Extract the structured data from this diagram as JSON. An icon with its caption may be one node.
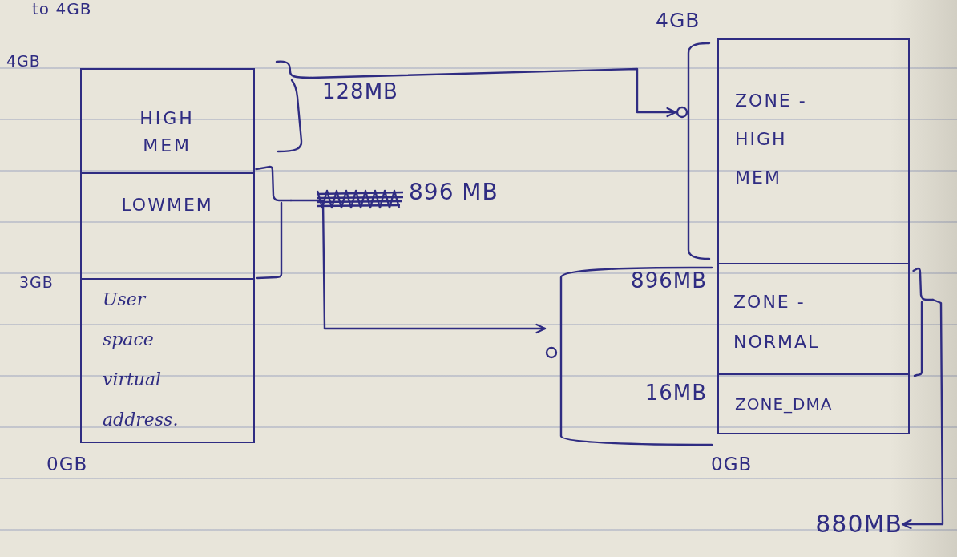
{
  "diagram": {
    "nodes": [
      {
        "text": [
          "HIGH MEM"
        ]
      },
      {
        "text": [
          "LOWMEM"
        ]
      },
      {
        "text": [
          "User space virtual address."
        ]
      },
      {
        "text": [],
        "shape": "brace"
      },
      {
        "text": [],
        "shape": "bracket"
      },
      {
        "text": [],
        "shape": "bracket"
      },
      {
        "text": [
          "896MB",
          "16MB"
        ]
      },
      {
        "text": [
          "ZONE - HIGH MEM"
        ]
      },
      {
        "text": [
          "ZONE -NORMAL"
        ]
      },
      {
        "text": [
          "ZONE_DMA"
        ]
      },
      {
        "text": [],
        "shape": "bracket"
      },
      {
        "text": [
          "880MB"
        ]
      }
    ],
    "edges": [
      {
        "from": 3,
        "to": 5,
        "arrow": "to",
        "label": "128MB"
      },
      {
        "from": 4,
        "to": 6,
        "arrow": "to",
        "label": "896 MB"
      },
      {
        "from": 10,
        "to": 11,
        "arrow": "to"
      }
    ],
    "labels": [
      "to 4GB",
      "4GB",
      "4GB",
      "3GB",
      "0GB",
      "0GB"
    ]
  }
}
